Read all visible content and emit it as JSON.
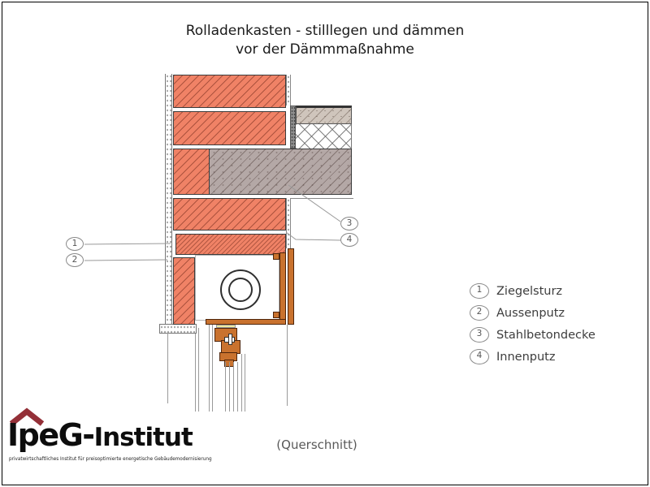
{
  "title": {
    "line1": "Rolladenkasten - stilllegen und dämmen",
    "line2": "vor der Dämmmaßnahme"
  },
  "caption": "(Querschnitt)",
  "legend": {
    "items": [
      {
        "num": "1",
        "label": "Ziegelsturz"
      },
      {
        "num": "2",
        "label": "Aussenputz"
      },
      {
        "num": "3",
        "label": "Stahlbetondecke"
      },
      {
        "num": "4",
        "label": "Innenputz"
      }
    ]
  },
  "callouts": {
    "c1": "1",
    "c2": "2",
    "c3": "3",
    "c4": "4"
  },
  "logo": {
    "text_main": "IpeG-",
    "text_sub": "Institut",
    "tagline": "privatwirtschaftliches Institut für preisoptimierte energetische Gebäudemodernisierung"
  },
  "colors": {
    "brick_fill": "#f08266",
    "brick_hatch": "#80341f",
    "concrete_fill": "#b4a8a6",
    "screed_fill": "#cfc5bc",
    "wood_fill": "#c9722e",
    "logo_red": "#943038",
    "outline": "#3c3c3c"
  }
}
